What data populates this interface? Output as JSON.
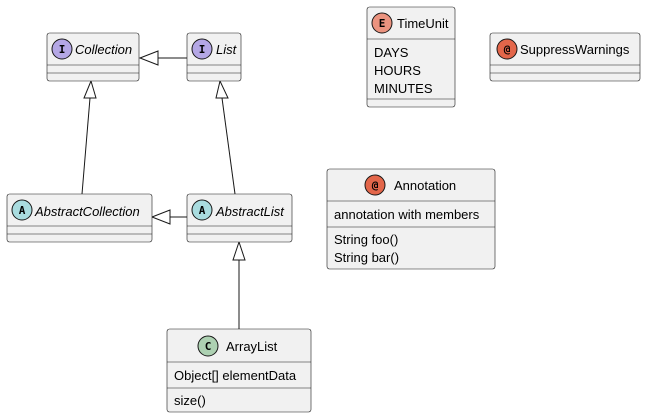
{
  "colors": {
    "interface": "#b4a7e5",
    "abstract": "#a9dcdf",
    "class": "#add1b2",
    "enum": "#eb937f",
    "annotation": "#e3664a",
    "box_fill": "#f1f1f1",
    "line": "#181818"
  },
  "classes": {
    "collection": {
      "stereotype": "I",
      "name": "Collection"
    },
    "list": {
      "stereotype": "I",
      "name": "List"
    },
    "abstract_collection": {
      "stereotype": "A",
      "name": "AbstractCollection"
    },
    "abstract_list": {
      "stereotype": "A",
      "name": "AbstractList"
    },
    "array_list": {
      "stereotype": "C",
      "name": "ArrayList",
      "fields": [
        "Object[] elementData"
      ],
      "methods": [
        "size()"
      ]
    },
    "time_unit": {
      "stereotype": "E",
      "name": "TimeUnit",
      "values": [
        "DAYS",
        "HOURS",
        "MINUTES"
      ]
    },
    "suppress_warnings": {
      "stereotype": "@",
      "name": "SuppressWarnings"
    },
    "annotation": {
      "stereotype": "@",
      "name": "Annotation",
      "fields": [
        "annotation with members"
      ],
      "methods": [
        "String foo()",
        "String bar()"
      ]
    }
  },
  "relations": [
    {
      "kind": "generalization",
      "from": "List",
      "to": "Collection"
    },
    {
      "kind": "generalization",
      "from": "AbstractCollection",
      "to": "Collection"
    },
    {
      "kind": "generalization",
      "from": "AbstractList",
      "to": "List"
    },
    {
      "kind": "generalization",
      "from": "AbstractList",
      "to": "AbstractCollection"
    },
    {
      "kind": "generalization",
      "from": "ArrayList",
      "to": "AbstractList"
    }
  ]
}
